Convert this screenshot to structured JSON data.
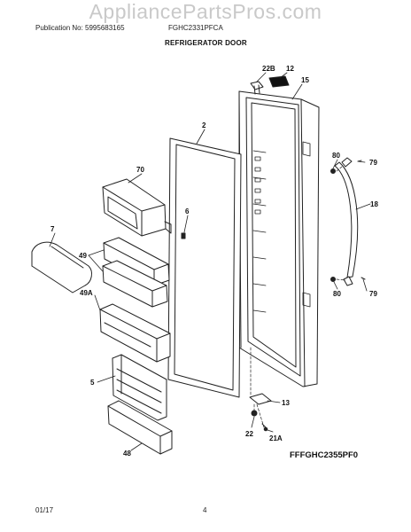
{
  "watermark": "AppliancePartsPros.com",
  "header": {
    "publication": "Publication No: 5995683165",
    "model": "FGHC2331PFCA",
    "section_title": "REFRIGERATOR DOOR"
  },
  "parts": {
    "p22b": "22B",
    "p12": "12",
    "p15": "15",
    "p2": "2",
    "p70": "70",
    "p6": "6",
    "p80a": "80",
    "p79a": "79",
    "p18": "18",
    "p7": "7",
    "p49": "49",
    "p49a": "49A",
    "p80b": "80",
    "p79b": "79",
    "p5": "5",
    "p13": "13",
    "p22": "22",
    "p21a": "21A",
    "p48": "48"
  },
  "diagram_code": "FFFGHC2355PF0",
  "footer": {
    "date": "01/17",
    "page": "4"
  }
}
